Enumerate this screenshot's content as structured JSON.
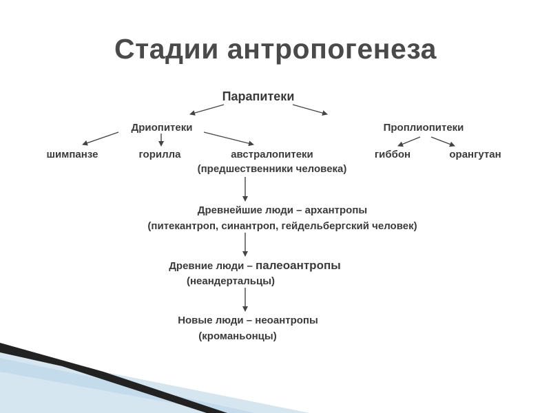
{
  "title": "Стадии антропогенеза",
  "nodes": {
    "parapiteki": "Парапитеки",
    "driopiteki": "Дриопитеки",
    "propliopiteki": "Проплиопитеки",
    "shimpanze": "шимпанзе",
    "gorilla": "горилла",
    "avstralopiteki": "австралопитеки",
    "avstralopiteki_note": "(предшественники человека)",
    "gibbon": "гиббон",
    "orangutan": "орангутан",
    "arkhantropy": "Древнейшие люди – архантропы",
    "arkhantropy_note": "(питекантроп, синантроп, гейдельбергский человек)",
    "paleoantropy_prefix": "Древние люди – ",
    "paleoantropy_term": "палеоантропы",
    "paleoantropy_note": "(неандертальцы)",
    "neoantropy": "Новые люди – неоантропы",
    "neoantropy_note": "(кроманьонцы)"
  },
  "colors": {
    "title": "#4a4a4a",
    "text": "#3a3a3a",
    "arrow": "#444444",
    "deco_dark": "#1f1f1f",
    "deco_blue": "#bcd6e6"
  }
}
